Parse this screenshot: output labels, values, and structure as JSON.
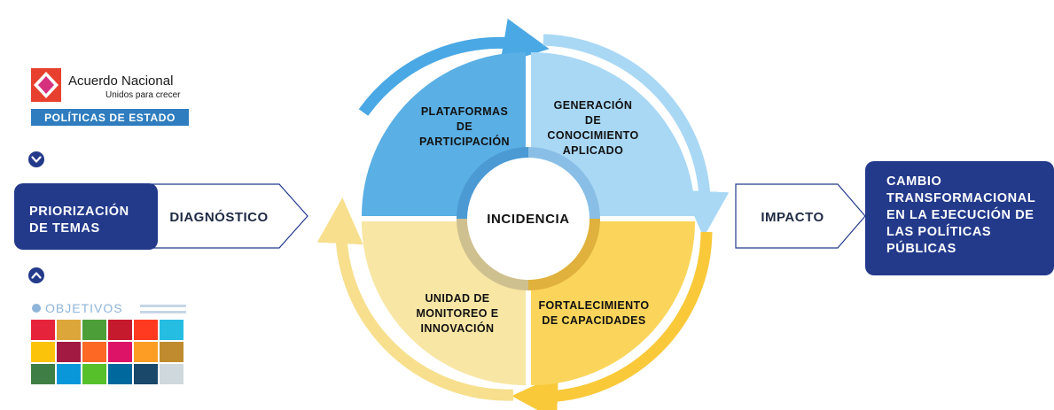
{
  "logos": {
    "acuerdo": {
      "name": "Acuerdo Nacional",
      "tagline": "Unidos para crecer",
      "band": "POLÍTICAS DE ESTADO"
    },
    "ods": {
      "title": "OBJETIVOS",
      "tile_colors": [
        "#e5243b",
        "#dda63a",
        "#4c9f38",
        "#c5192d",
        "#ff3a21",
        "#26bde2",
        "#fcc30b",
        "#a21942",
        "#fd6925",
        "#dd1367",
        "#fd9d24",
        "#bf8b2e",
        "#3f7e44",
        "#0a97d9",
        "#56c02b",
        "#00689d",
        "#19486a",
        "#cfd8dc"
      ]
    }
  },
  "left": {
    "priorizacion": [
      "PRIORIZACIÓN",
      "DE TEMAS"
    ],
    "diagnostico": "DIAGNÓSTICO"
  },
  "cycle": {
    "center": "INCIDENCIA",
    "quadrants": {
      "top_left": [
        "PLATAFORMAS",
        "DE",
        "PARTICIPACIÓN"
      ],
      "top_right": [
        "GENERACIÓN",
        "DE",
        "CONOCIMIENTO",
        "APLICADO"
      ],
      "bottom_right": [
        "FORTALECIMIENTO",
        "DE CAPACIDADES"
      ],
      "bottom_left": [
        "UNIDAD DE",
        "MONITOREO E",
        "INNOVACIÓN"
      ]
    }
  },
  "right": {
    "impacto": "IMPACTO",
    "result": [
      "CAMBIO",
      "TRANSFORMACIONAL",
      "EN LA EJECUCIÓN DE",
      "LAS POLÍTICAS",
      "PÚBLICAS"
    ]
  },
  "colors": {
    "navy": "#233a8b",
    "blue": "#5aafe4",
    "light_blue": "#a9d8f5",
    "yellow": "#fbd55b",
    "light_yellow": "#f8e6a4",
    "accent_red": "#e8402f",
    "accent_pink": "#d6317f",
    "band_blue": "#2f7dbf"
  }
}
